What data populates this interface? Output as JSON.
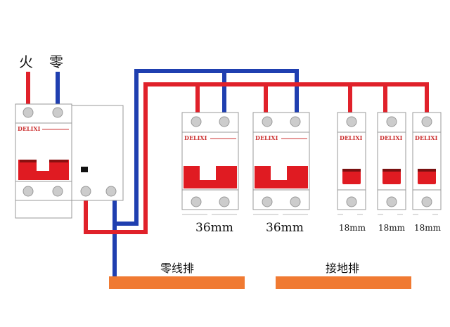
{
  "labels": {
    "live": "火",
    "neutral": "零",
    "neutral_bar": "零线排",
    "ground_bar": "接地排"
  },
  "brand": "DELIXI",
  "breakers": [
    {
      "width_label": "36mm",
      "poles": 2
    },
    {
      "width_label": "36mm",
      "poles": 2
    },
    {
      "width_label": "18mm",
      "poles": 1
    },
    {
      "width_label": "18mm",
      "poles": 1
    },
    {
      "width_label": "18mm",
      "poles": 1
    }
  ],
  "colors": {
    "live": "#e0212a",
    "neutral": "#1f3fb0",
    "bar": "#f07a32",
    "handle": "#e01b22"
  }
}
